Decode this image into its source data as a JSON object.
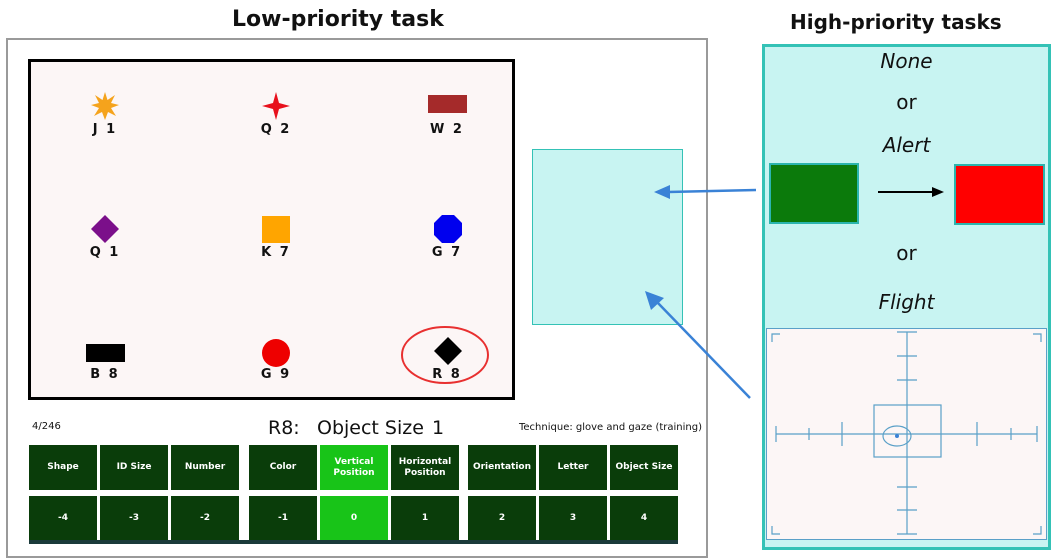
{
  "headings": {
    "low_priority": "Low-priority task",
    "high_priority": "High-priority tasks"
  },
  "objects": [
    {
      "label": "J 1",
      "shape": "star-burst",
      "color": "#f5a31c"
    },
    {
      "label": "Q 2",
      "shape": "four-point-star",
      "color": "#e8101c"
    },
    {
      "label": "W 2",
      "shape": "rectangle",
      "color": "#a52a2a"
    },
    {
      "label": "Q 1",
      "shape": "diamond",
      "color": "#7b0f8a"
    },
    {
      "label": "K 7",
      "shape": "square",
      "color": "#ffa500"
    },
    {
      "label": "G 7",
      "shape": "octagon",
      "color": "#0000ee"
    },
    {
      "label": "B 8",
      "shape": "rectangle",
      "color": "#000000"
    },
    {
      "label": "G 9",
      "shape": "circle",
      "color": "#ee0000"
    },
    {
      "label": "R 8",
      "shape": "diamond",
      "color": "#000000"
    }
  ],
  "selected_object_highlight": "#e83030",
  "status_bar": {
    "counter": "4/246",
    "target_label": "R8:",
    "attribute": "Object Size",
    "attribute_value": "1",
    "technique": "Technique: glove and gaze (training)"
  },
  "attribute_buttons": [
    "Shape",
    "ID Size",
    "Number",
    "Color",
    "Vertical Position",
    "Horizontal Position",
    "Orientation",
    "Letter",
    "Object Size"
  ],
  "value_buttons": [
    "-4",
    "-3",
    "-2",
    "-1",
    "0",
    "1",
    "2",
    "3",
    "4"
  ],
  "selected_attribute": "Vertical Position",
  "selected_value": "0",
  "high_priority": {
    "none": "None",
    "or_1": "or",
    "alert": "Alert",
    "or_2": "or",
    "flight": "Flight",
    "alert_colors": {
      "before": "#0b7a0b",
      "after": "#ff0000"
    }
  },
  "colors": {
    "panel_bg": "#c8f4f2",
    "panel_border": "#34c2b6",
    "arrow": "#3a82d6",
    "button_dark": "#0a3d0a",
    "button_selected": "#18c418"
  }
}
